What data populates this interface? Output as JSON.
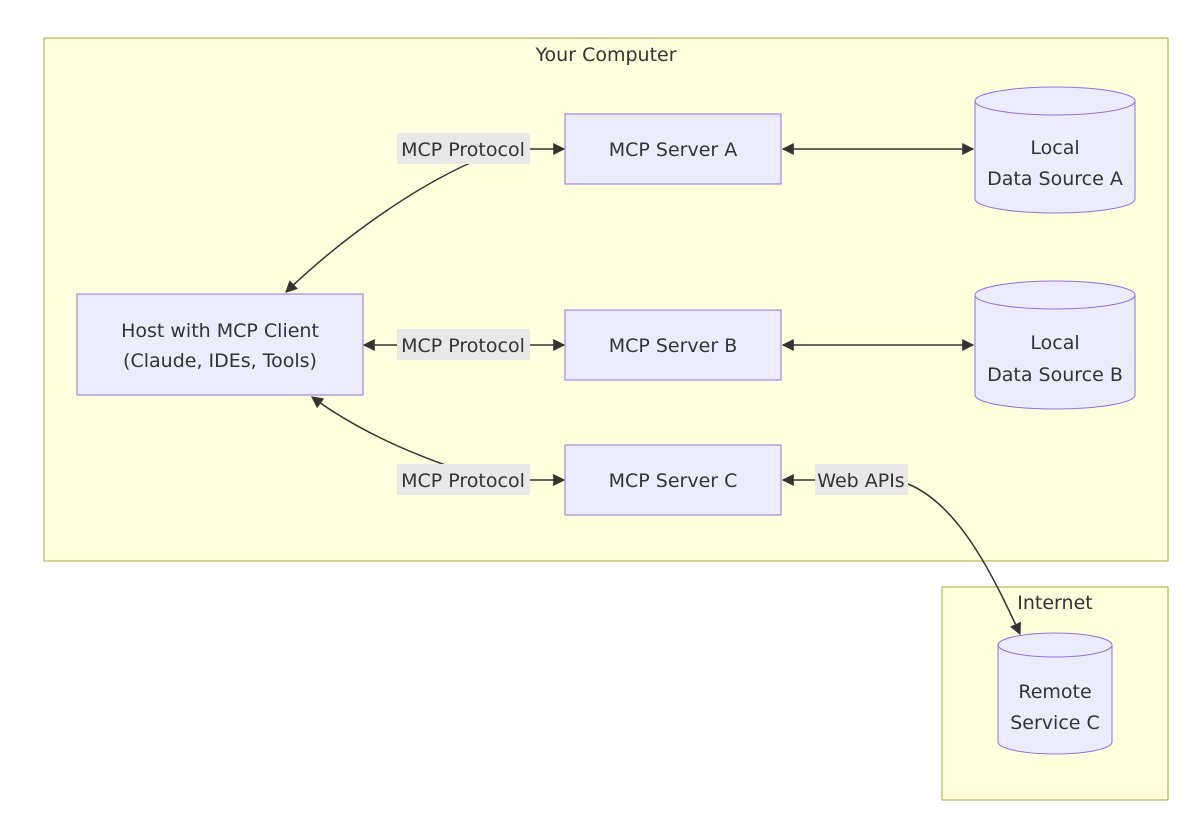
{
  "clusters": {
    "your_computer": {
      "label": "Your Computer"
    },
    "internet": {
      "label": "Internet"
    }
  },
  "nodes": {
    "host": {
      "line1": "Host with MCP Client",
      "line2": "(Claude, IDEs, Tools)"
    },
    "server_a": {
      "label": "MCP Server A"
    },
    "server_b": {
      "label": "MCP Server B"
    },
    "server_c": {
      "label": "MCP Server C"
    },
    "data_a": {
      "line1": "Local",
      "line2": "Data Source A"
    },
    "data_b": {
      "line1": "Local",
      "line2": "Data Source B"
    },
    "remote_c": {
      "line1": "Remote",
      "line2": "Service C"
    }
  },
  "edges": {
    "host_a": {
      "label": "MCP Protocol"
    },
    "host_b": {
      "label": "MCP Protocol"
    },
    "host_c": {
      "label": "MCP Protocol"
    },
    "c_remote": {
      "label": "Web APIs"
    }
  },
  "colors": {
    "cluster_fill": "#ffffde",
    "cluster_stroke": "#aaaa33",
    "node_fill": "#ececff",
    "node_stroke": "#9370db",
    "edge": "#333333",
    "edge_label_bg": "#e8e8e8"
  }
}
